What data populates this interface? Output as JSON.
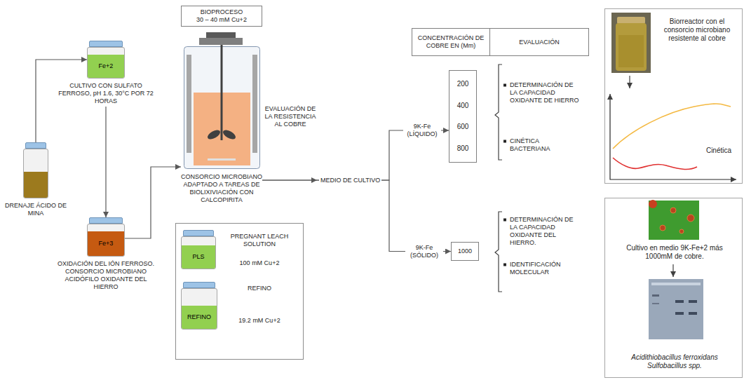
{
  "diagram": {
    "nodes": [
      {
        "text": [
          "DRENAJE ÁCIDO DE MINA"
        ]
      },
      {
        "text": [
          "Fe+2",
          "CULTIVO CON SULFATO FERROSO, pH 1.6, 30°C POR 72 HORAS"
        ]
      },
      {
        "text": [
          "Fe+3",
          "OXIDACIÓN DEL IÓN FERROSO. CONSORCIO MICROBIANO ACIDÓFILO OXIDANTE DEL HIERRO"
        ]
      },
      {
        "text": [
          "BIOPROCESO",
          "30 – 40 mM Cu+2"
        ]
      },
      {
        "text": [
          "CONSORCIO MICROBIANO ADAPTADO A TAREAS DE BIOLIXIVIACIÓN CON CALCOPIRITA"
        ]
      },
      {
        "text": [
          "PLS",
          "PREGNANT LEACH SOLUTION",
          "100 mM Cu+2"
        ]
      },
      {
        "text": [
          "REFINO",
          "REFINO",
          "19.2 mM Cu+2"
        ]
      },
      {
        "text": [
          "CONCENTRACIÓN DE COBRE EN (Mm)"
        ]
      },
      {
        "text": [
          "EVALUACIÓN"
        ]
      },
      {
        "text": [
          "200",
          "400",
          "600",
          "800"
        ]
      },
      {
        "text": [
          "1000"
        ]
      },
      {
        "text": [
          "Biorreactor con el consorcio microbiano resistente al cobre",
          "Cinética"
        ]
      },
      {
        "text": [
          "Cultivo en medio 9K-Fe+2 más 1000mM de cobre.",
          "Acidithiobacillus ferroxidans Sulfobacillus spp."
        ]
      }
    ],
    "edges": [
      {
        "from": 0,
        "to": 1,
        "arrow": "to"
      },
      {
        "from": 1,
        "to": 2,
        "arrow": "to"
      },
      {
        "from": 2,
        "to": 4,
        "arrow": "to"
      },
      {
        "from": 4,
        "to": 9,
        "label": "9K-Fe (LÍQUIDO)",
        "arrow": "to"
      },
      {
        "from": 4,
        "to": 10,
        "label": "9K-Fe (SÓLIDO)",
        "arrow": "to"
      }
    ],
    "labels": [
      "EVALUACIÓN DE LA RESISTENCIA AL COBRE",
      "MEDIO DE CULTIVO",
      "DETERMINACIÓN DE LA CAPACIDAD OXIDANTE DE HIERRO",
      "CINÉTICA BACTERIANA",
      "DETERMINACIÓN DE LA CAPACIDAD OXIDANTE DEL HIERRO.",
      "IDENTIFICACIÓN MOLECULAR"
    ]
  }
}
